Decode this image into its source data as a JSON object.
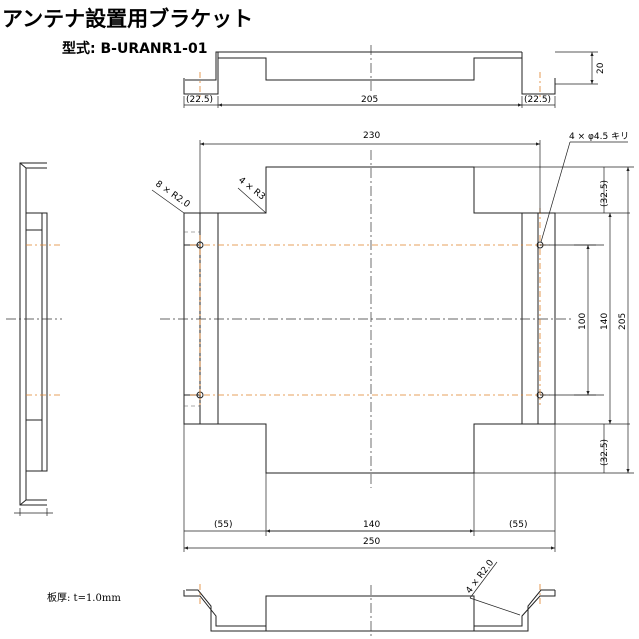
{
  "title": "アンテナ設置用ブラケット",
  "model": "型式: B-URANR1-01",
  "thickness": "板厚: t=1.0mm",
  "dimensions": {
    "top_left_flange": "(22.5)",
    "top_width": "205",
    "top_right_flange": "(22.5)",
    "top_height": "20",
    "overall_width": "230",
    "hole_note": "4 × φ4.5 キリ",
    "radius_8": "8 × R2.0",
    "radius_4": "4 × R3",
    "upper_offset": "(32.5)",
    "hole_pitch_inner": "100",
    "hole_pitch": "140",
    "overall_height": "205",
    "lower_offset": "(32.5)",
    "bottom_left": "(55)",
    "bottom_center": "140",
    "bottom_right": "(55)",
    "bottom_overall": "250",
    "bend_radius": "4 × R2.0"
  }
}
